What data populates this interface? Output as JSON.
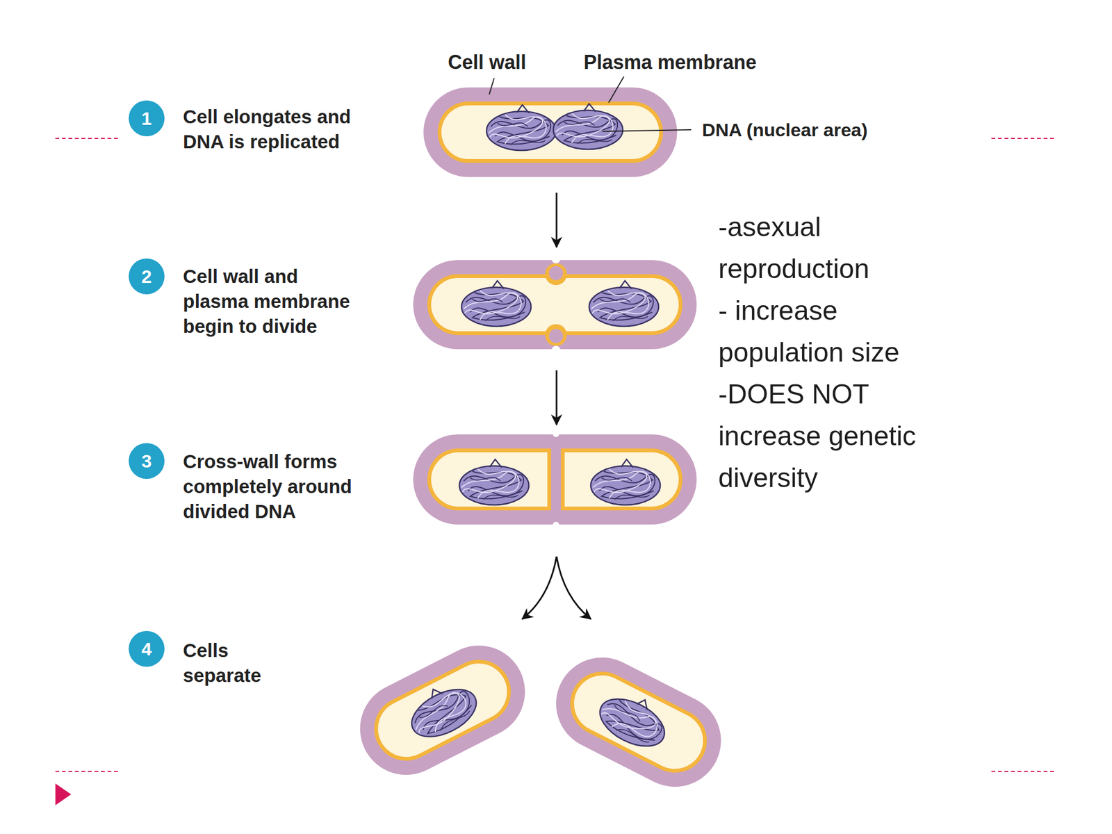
{
  "diagram": {
    "nodes": [
      {
        "text": [
          "1",
          "Cell elongates and DNA is replicated"
        ]
      },
      {
        "text": [
          "2",
          "Cell wall and plasma membrane begin to divide"
        ]
      },
      {
        "text": [
          "3",
          "Cross-wall forms completely around divided DNA"
        ]
      },
      {
        "text": [
          "4",
          "Cells separate"
        ]
      }
    ],
    "labels": [
      "Cell wall",
      "Plasma membrane",
      "DNA (nuclear area)",
      "-asexual reproduction",
      "- increase population size",
      "-DOES NOT increase genetic diversity"
    ]
  }
}
